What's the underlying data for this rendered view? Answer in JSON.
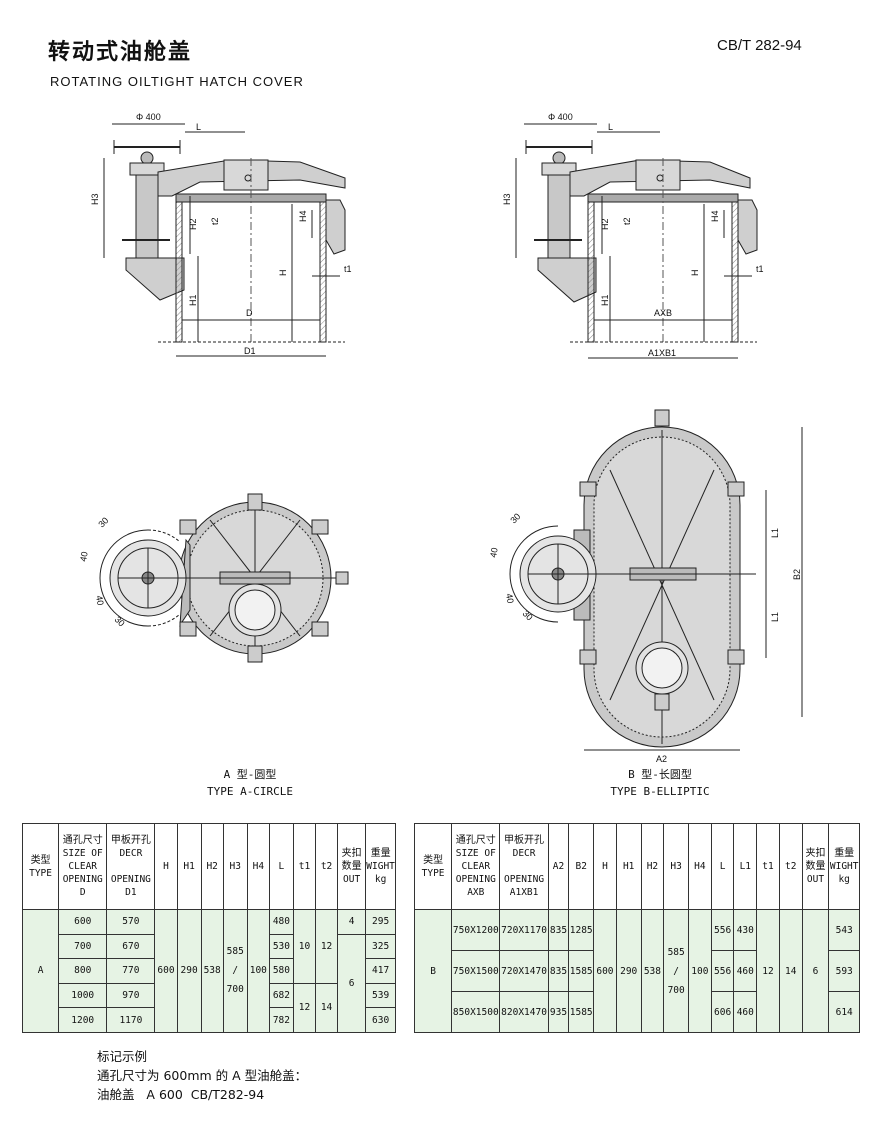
{
  "header": {
    "title_cn": "转动式油舱盖",
    "title_en": "ROTATING OILTIGHT HATCH COVER",
    "standard": "CB/T 282-94"
  },
  "drawings": {
    "side_a": {
      "phi": "Φ 400",
      "L": "L",
      "H3": "H3",
      "H2": "H2",
      "t2": "t2",
      "H4": "H4",
      "H": "H",
      "t1": "t1",
      "H1": "H1",
      "D": "D",
      "D1": "D1"
    },
    "side_b": {
      "phi": "Φ 400",
      "L": "L",
      "H3": "H3",
      "H2": "H2",
      "t2": "t2",
      "H4": "H4",
      "H": "H",
      "t1": "t1",
      "H1": "H1",
      "AXB": "AXB",
      "A1XB1": "A1XB1"
    },
    "plan_a": {
      "a1": "30",
      "a2": "40",
      "a3": "40",
      "a4": "30"
    },
    "plan_b": {
      "a1": "30",
      "a2": "40",
      "a3": "40",
      "a4": "30",
      "L1_top": "L1",
      "L1_bot": "L1",
      "B2": "B2",
      "A2": "A2"
    }
  },
  "captions": {
    "a_cn": "A 型-圆型",
    "a_en": "TYPE A-CIRCLE",
    "b_cn": "B 型-长圆型",
    "b_en": "TYPE B-ELLIPTIC"
  },
  "table_a": {
    "headers": {
      "type_cn": "类型",
      "type_en": "TYPE",
      "size_cn": "通孔尺寸",
      "size_en1": "SIZE OF",
      "size_en2": "CLEAR",
      "size_en3": "OPENING",
      "size_sym": "D",
      "deck_cn": "甲板开孔",
      "deck_en1": "DECR",
      "deck_en2": "OPENING",
      "deck_sym": "D1",
      "H": "H",
      "H1": "H1",
      "H2": "H2",
      "H3": "H3",
      "H4": "H4",
      "L": "L",
      "t1": "t1",
      "t2": "t2",
      "clip_cn1": "夹扣",
      "clip_cn2": "数量",
      "clip_en": "OUT",
      "weight_cn": "重量",
      "weight_en": "WIGHT",
      "weight_unit": "kg"
    },
    "type": "A",
    "H": "600",
    "H1": "290",
    "H2": "538",
    "H3_a": "585",
    "H3_b": "/",
    "H3_c": "700",
    "H4": "100",
    "t1_a": "10",
    "t2_a": "12",
    "t1_b": "12",
    "t2_b": "14",
    "clip_a": "4",
    "clip_b": "6",
    "rows": [
      {
        "D": "600",
        "D1": "570",
        "L": "480",
        "W": "295"
      },
      {
        "D": "700",
        "D1": "670",
        "L": "530",
        "W": "325"
      },
      {
        "D": "800",
        "D1": "770",
        "L": "580",
        "W": "417"
      },
      {
        "D": "1000",
        "D1": "970",
        "L": "682",
        "W": "539"
      },
      {
        "D": "1200",
        "D1": "1170",
        "L": "782",
        "W": "630"
      }
    ]
  },
  "table_b": {
    "headers": {
      "type_cn": "类型",
      "type_en": "TYPE",
      "size_cn": "通孔尺寸",
      "size_en1": "SIZE OF",
      "size_en2": "CLEAR",
      "size_en3": "OPENING",
      "size_sym": "AXB",
      "deck_cn": "甲板开孔",
      "deck_en1": "DECR",
      "deck_en2": "OPENING",
      "deck_sym": "A1XB1",
      "A2": "A2",
      "B2": "B2",
      "H": "H",
      "H1": "H1",
      "H2": "H2",
      "H3": "H3",
      "H4": "H4",
      "L": "L",
      "L1": "L1",
      "t1": "t1",
      "t2": "t2",
      "clip_cn1": "夹扣",
      "clip_cn2": "数量",
      "clip_en": "OUT",
      "weight_cn": "重量",
      "weight_en": "WIGHT",
      "weight_unit": "kg"
    },
    "type": "B",
    "H": "600",
    "H1": "290",
    "H2": "538",
    "H3_a": "585",
    "H3_b": "/",
    "H3_c": "700",
    "H4": "100",
    "t1": "12",
    "t2": "14",
    "clip": "6",
    "rows": [
      {
        "AXB": "750X1200",
        "A1XB1": "720X1170",
        "A2": "835",
        "B2": "1285",
        "L": "556",
        "L1": "430",
        "W": "543"
      },
      {
        "AXB": "750X1500",
        "A1XB1": "720X1470",
        "A2": "835",
        "B2": "1585",
        "L": "556",
        "L1": "460",
        "W": "593"
      },
      {
        "AXB": "850X1500",
        "A1XB1": "820X1470",
        "A2": "935",
        "B2": "1585",
        "L": "606",
        "L1": "460",
        "W": "614"
      }
    ]
  },
  "notes": {
    "line1": "标记示例",
    "line2": "通孔尺寸为 600mm 的 A 型油舱盖：",
    "line3": "油舱盖   A 600  CB/T282-94"
  }
}
